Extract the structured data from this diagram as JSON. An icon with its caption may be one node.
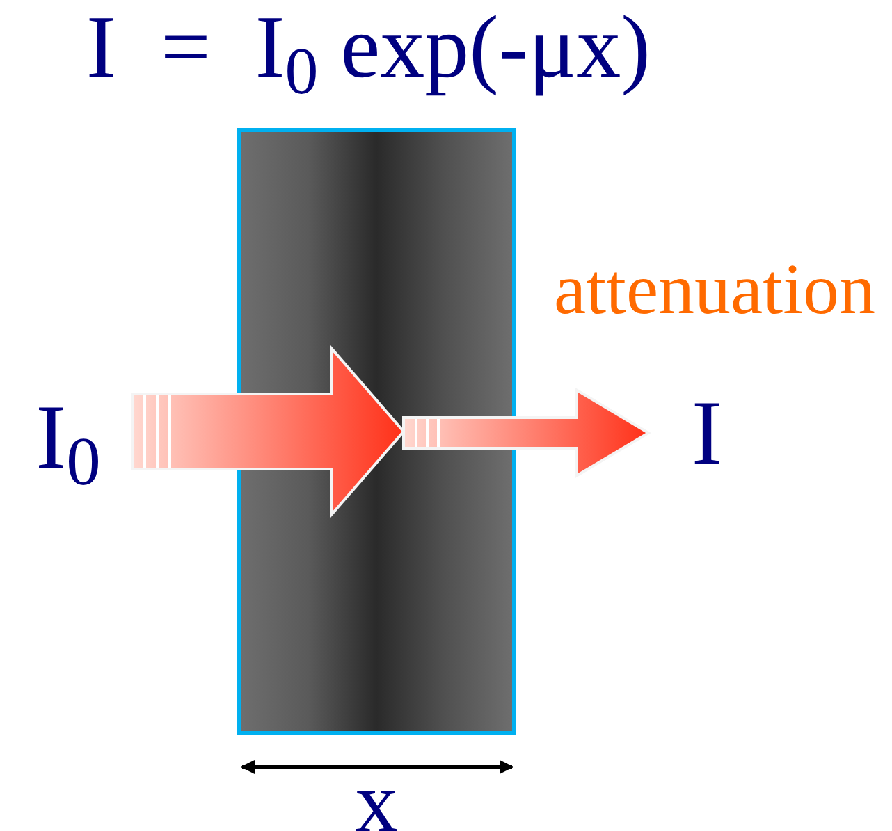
{
  "diagram": {
    "title": "I  =  I$_{0}$ exp(-μx)",
    "nodes": [
      {
        "text": [
          "I$_{0}$"
        ]
      },
      {
        "text": [],
        "shape": "box"
      },
      {
        "text": [
          "I"
        ]
      }
    ],
    "edges": [
      {
        "from": 0,
        "to": 1,
        "arrow": "to"
      },
      {
        "from": 1,
        "to": 2,
        "arrow": "to"
      }
    ],
    "labels": [
      "attenuation",
      "x"
    ]
  }
}
